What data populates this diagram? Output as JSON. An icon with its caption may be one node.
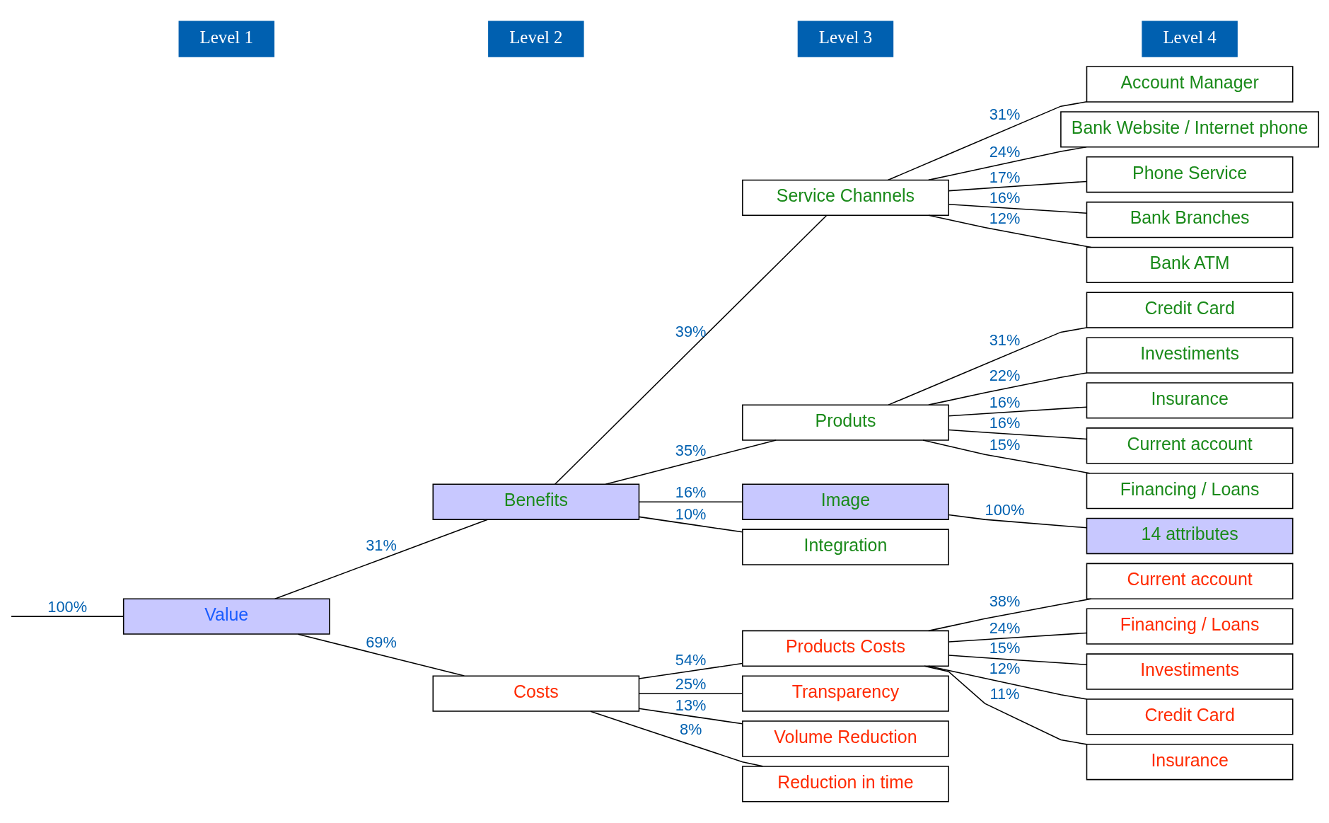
{
  "diagram": {
    "nodes": [
      {
        "text": [
          "Value"
        ]
      },
      {
        "text": [
          "Benefits"
        ]
      },
      {
        "text": [
          "Costs"
        ]
      },
      {
        "text": [
          "Service Channels"
        ]
      },
      {
        "text": [
          "Produts"
        ]
      },
      {
        "text": [
          "Image"
        ]
      },
      {
        "text": [
          "Integration"
        ]
      },
      {
        "text": [
          "Products Costs"
        ]
      },
      {
        "text": [
          "Transparency"
        ]
      },
      {
        "text": [
          "Volume Reduction"
        ]
      },
      {
        "text": [
          "Reduction in time"
        ]
      },
      {
        "text": [
          "Account Manager"
        ]
      },
      {
        "text": [
          "Bank Website / Internet phone"
        ]
      },
      {
        "text": [
          "Phone Service"
        ]
      },
      {
        "text": [
          "Bank Branches"
        ]
      },
      {
        "text": [
          "Bank ATM"
        ]
      },
      {
        "text": [
          "Credit Card"
        ]
      },
      {
        "text": [
          "Investiments"
        ]
      },
      {
        "text": [
          "Insurance"
        ]
      },
      {
        "text": [
          "Current account"
        ]
      },
      {
        "text": [
          "Financing / Loans"
        ]
      },
      {
        "text": [
          "14 attributes"
        ]
      },
      {
        "text": [
          "Current account"
        ]
      },
      {
        "text": [
          "Financing / Loans"
        ]
      },
      {
        "text": [
          "Investiments"
        ]
      },
      {
        "text": [
          "Credit Card"
        ]
      },
      {
        "text": [
          "Insurance"
        ]
      },
      {
        "text": [
          "Level 1"
        ]
      },
      {
        "text": [
          "Level 2"
        ]
      },
      {
        "text": [
          "Level 3"
        ]
      },
      {
        "text": [
          "Level 4"
        ]
      }
    ],
    "edges": [
      {
        "from": 0,
        "to": 1,
        "arrow": "none",
        "label": "31%"
      },
      {
        "from": 0,
        "to": 2,
        "arrow": "none",
        "label": "69%"
      },
      {
        "from": 1,
        "to": 3,
        "arrow": "none",
        "label": "39%"
      },
      {
        "from": 1,
        "to": 4,
        "arrow": "none",
        "label": "35%"
      },
      {
        "from": 1,
        "to": 5,
        "arrow": "none",
        "label": "16%"
      },
      {
        "from": 1,
        "to": 6,
        "arrow": "none",
        "label": "10%"
      },
      {
        "from": 2,
        "to": 7,
        "arrow": "none",
        "label": "54%"
      },
      {
        "from": 2,
        "to": 8,
        "arrow": "none",
        "label": "25%"
      },
      {
        "from": 2,
        "to": 9,
        "arrow": "none",
        "label": "13%"
      },
      {
        "from": 2,
        "to": 10,
        "arrow": "none",
        "label": "8%"
      },
      {
        "from": 3,
        "to": 11,
        "arrow": "none",
        "label": "31%"
      },
      {
        "from": 3,
        "to": 12,
        "arrow": "none",
        "label": "24%"
      },
      {
        "from": 3,
        "to": 13,
        "arrow": "none",
        "label": "17%"
      },
      {
        "from": 3,
        "to": 14,
        "arrow": "none",
        "label": "16%"
      },
      {
        "from": 3,
        "to": 15,
        "arrow": "none",
        "label": "12%"
      },
      {
        "from": 4,
        "to": 16,
        "arrow": "none",
        "label": "31%"
      },
      {
        "from": 4,
        "to": 17,
        "arrow": "none",
        "label": "22%"
      },
      {
        "from": 4,
        "to": 18,
        "arrow": "none",
        "label": "16%"
      },
      {
        "from": 4,
        "to": 19,
        "arrow": "none",
        "label": "16%"
      },
      {
        "from": 4,
        "to": 20,
        "arrow": "none",
        "label": "15%"
      },
      {
        "from": 5,
        "to": 21,
        "arrow": "none",
        "label": "100%"
      },
      {
        "from": 7,
        "to": 22,
        "arrow": "none",
        "label": "38%"
      },
      {
        "from": 7,
        "to": 23,
        "arrow": "none",
        "label": "24%"
      },
      {
        "from": 7,
        "to": 24,
        "arrow": "none",
        "label": "15%"
      },
      {
        "from": 7,
        "to": 25,
        "arrow": "none",
        "label": "12%"
      },
      {
        "from": 7,
        "to": 26,
        "arrow": "none",
        "label": "11%"
      },
      {
        "from": null,
        "to": 0,
        "arrow": "none",
        "label": "100%"
      }
    ]
  }
}
